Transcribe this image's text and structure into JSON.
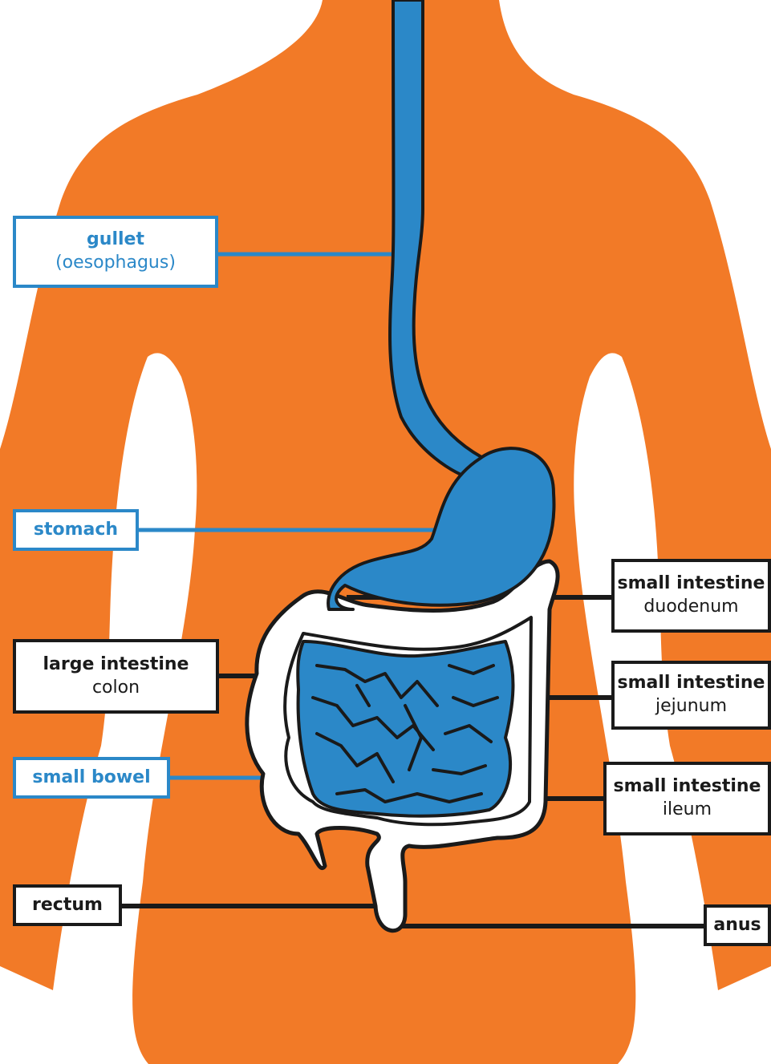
{
  "colors": {
    "body": "#f27a27",
    "organ_blue": "#2b88c8",
    "outline": "#1a1a1a",
    "large_intestine": "#ffffff"
  },
  "labels": {
    "gullet": {
      "line1": "gullet",
      "line2": "(oesophagus)"
    },
    "stomach": {
      "line1": "stomach"
    },
    "large_intestine": {
      "line1": "large intestine",
      "line2": "colon"
    },
    "small_bowel": {
      "line1": "small bowel"
    },
    "rectum": {
      "line1": "rectum"
    },
    "duodenum": {
      "line1": "small intestine",
      "line2": "duodenum"
    },
    "jejunum": {
      "line1": "small intestine",
      "line2": "jejunum"
    },
    "ileum": {
      "line1": "small intestine",
      "line2": "ileum"
    },
    "anus": {
      "line1": "anus"
    }
  }
}
